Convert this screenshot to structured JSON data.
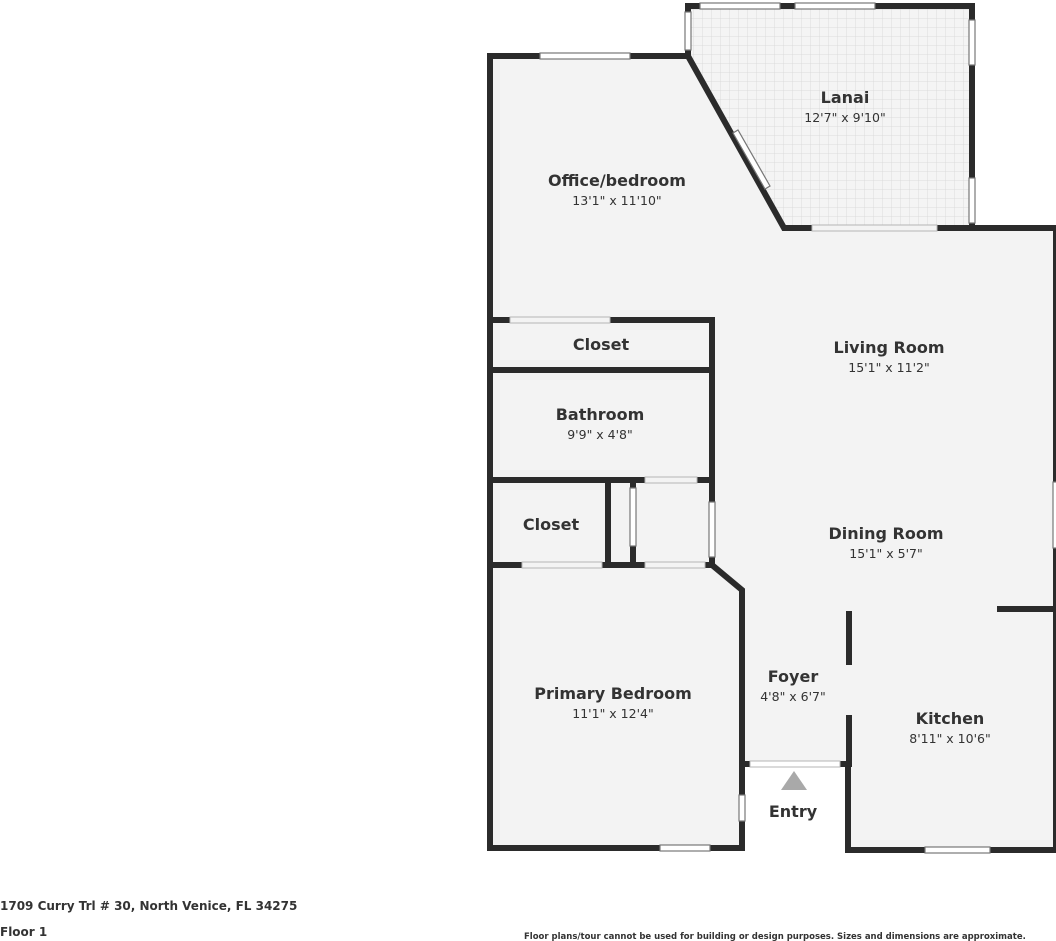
{
  "floorplan": {
    "rooms": [
      {
        "id": "lanai",
        "name": "Lanai",
        "dimensions": "12'7\" x 9'10\""
      },
      {
        "id": "office",
        "name": "Office/bedroom",
        "dimensions": "13'1\" x 11'10\""
      },
      {
        "id": "closet_upper",
        "name": "Closet",
        "dimensions": ""
      },
      {
        "id": "living",
        "name": "Living Room",
        "dimensions": "15'1\" x 11'2\""
      },
      {
        "id": "bathroom",
        "name": "Bathroom",
        "dimensions": "9'9\" x 4'8\""
      },
      {
        "id": "closet_lower",
        "name": "Closet",
        "dimensions": ""
      },
      {
        "id": "dining",
        "name": "Dining Room",
        "dimensions": "15'1\" x 5'7\""
      },
      {
        "id": "primary",
        "name": "Primary Bedroom",
        "dimensions": "11'1\" x 12'4\""
      },
      {
        "id": "foyer",
        "name": "Foyer",
        "dimensions": "4'8\" x 6'7\""
      },
      {
        "id": "kitchen",
        "name": "Kitchen",
        "dimensions": "8'11\" x 10'6\""
      }
    ],
    "entry_label": "Entry"
  },
  "footer": {
    "address": "1709 Curry Trl # 30, North Venice, FL 34275",
    "floor": "Floor 1",
    "disclaimer": "Floor plans/tour cannot be used for building or design purposes. Sizes and dimensions are approximate."
  },
  "colors": {
    "wall": "#2b2b2b",
    "floor": "#f3f3f3",
    "text": "#333333"
  }
}
